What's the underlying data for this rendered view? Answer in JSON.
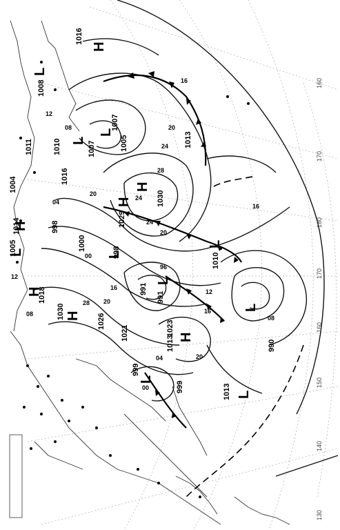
{
  "isobar_labels": [
    "1016",
    "1007",
    "1011",
    "1013",
    "1010",
    "1005",
    "1007",
    "1016",
    "1014",
    "998",
    "1000",
    "998",
    "1029",
    "1030",
    "1013",
    "1010",
    "991",
    "991",
    "1018",
    "1030",
    "1026",
    "1021",
    "1023",
    "999",
    "999",
    "1013",
    "990",
    "1004",
    "1005",
    "1008"
  ],
  "small_labels": [
    "16",
    "20",
    "24",
    "28",
    "12",
    "08",
    "04",
    "00",
    "96",
    "16",
    "20",
    "24",
    "20",
    "12",
    "08",
    "04",
    "00",
    "16",
    "20",
    "24",
    "28",
    "20",
    "16",
    "12",
    "08"
  ],
  "centers": [
    "H",
    "H",
    "H",
    "L",
    "L",
    "L",
    "L",
    "L",
    "H",
    "H",
    "H",
    "L",
    "L",
    "L",
    "H",
    "L",
    "L"
  ],
  "longitude_labels": [
    "160",
    "170",
    "180",
    "170",
    "160",
    "150",
    "140",
    "130"
  ]
}
